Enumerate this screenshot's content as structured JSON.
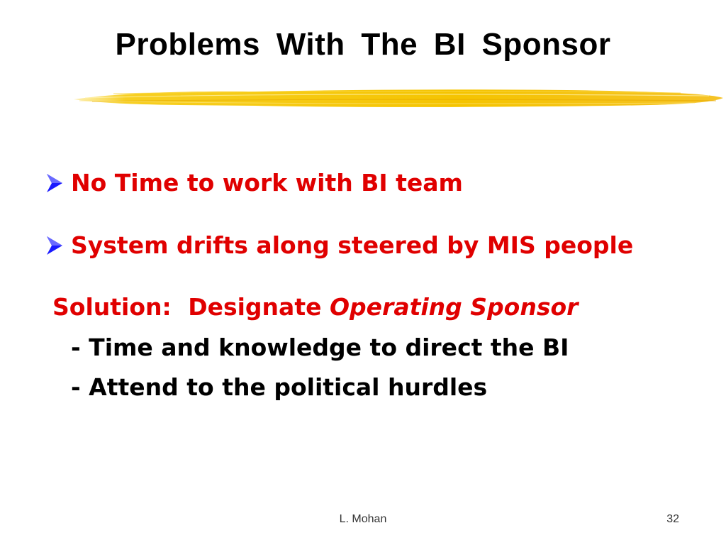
{
  "slide": {
    "title": "Problems With The BI Sponsor",
    "bullets": [
      {
        "text": "No Time to work with BI team"
      },
      {
        "text": "System drifts along steered by MIS people"
      }
    ],
    "solution": {
      "label": "Solution:",
      "verb": "Designate",
      "emphasis": "Operating Sponsor",
      "points": [
        "- Time and knowledge to direct the BI",
        "- Attend to the political hurdles"
      ]
    },
    "footer": {
      "author": "L. Mohan",
      "page_number": "32"
    }
  },
  "colors": {
    "bullet_text": "#e00000",
    "arrow": "#1a1aff",
    "brush_stroke": "#f5c800",
    "body_text": "#000000"
  },
  "icons": {
    "bullet": "arrowhead-bullet-icon",
    "underline": "brush-stroke-underline"
  }
}
